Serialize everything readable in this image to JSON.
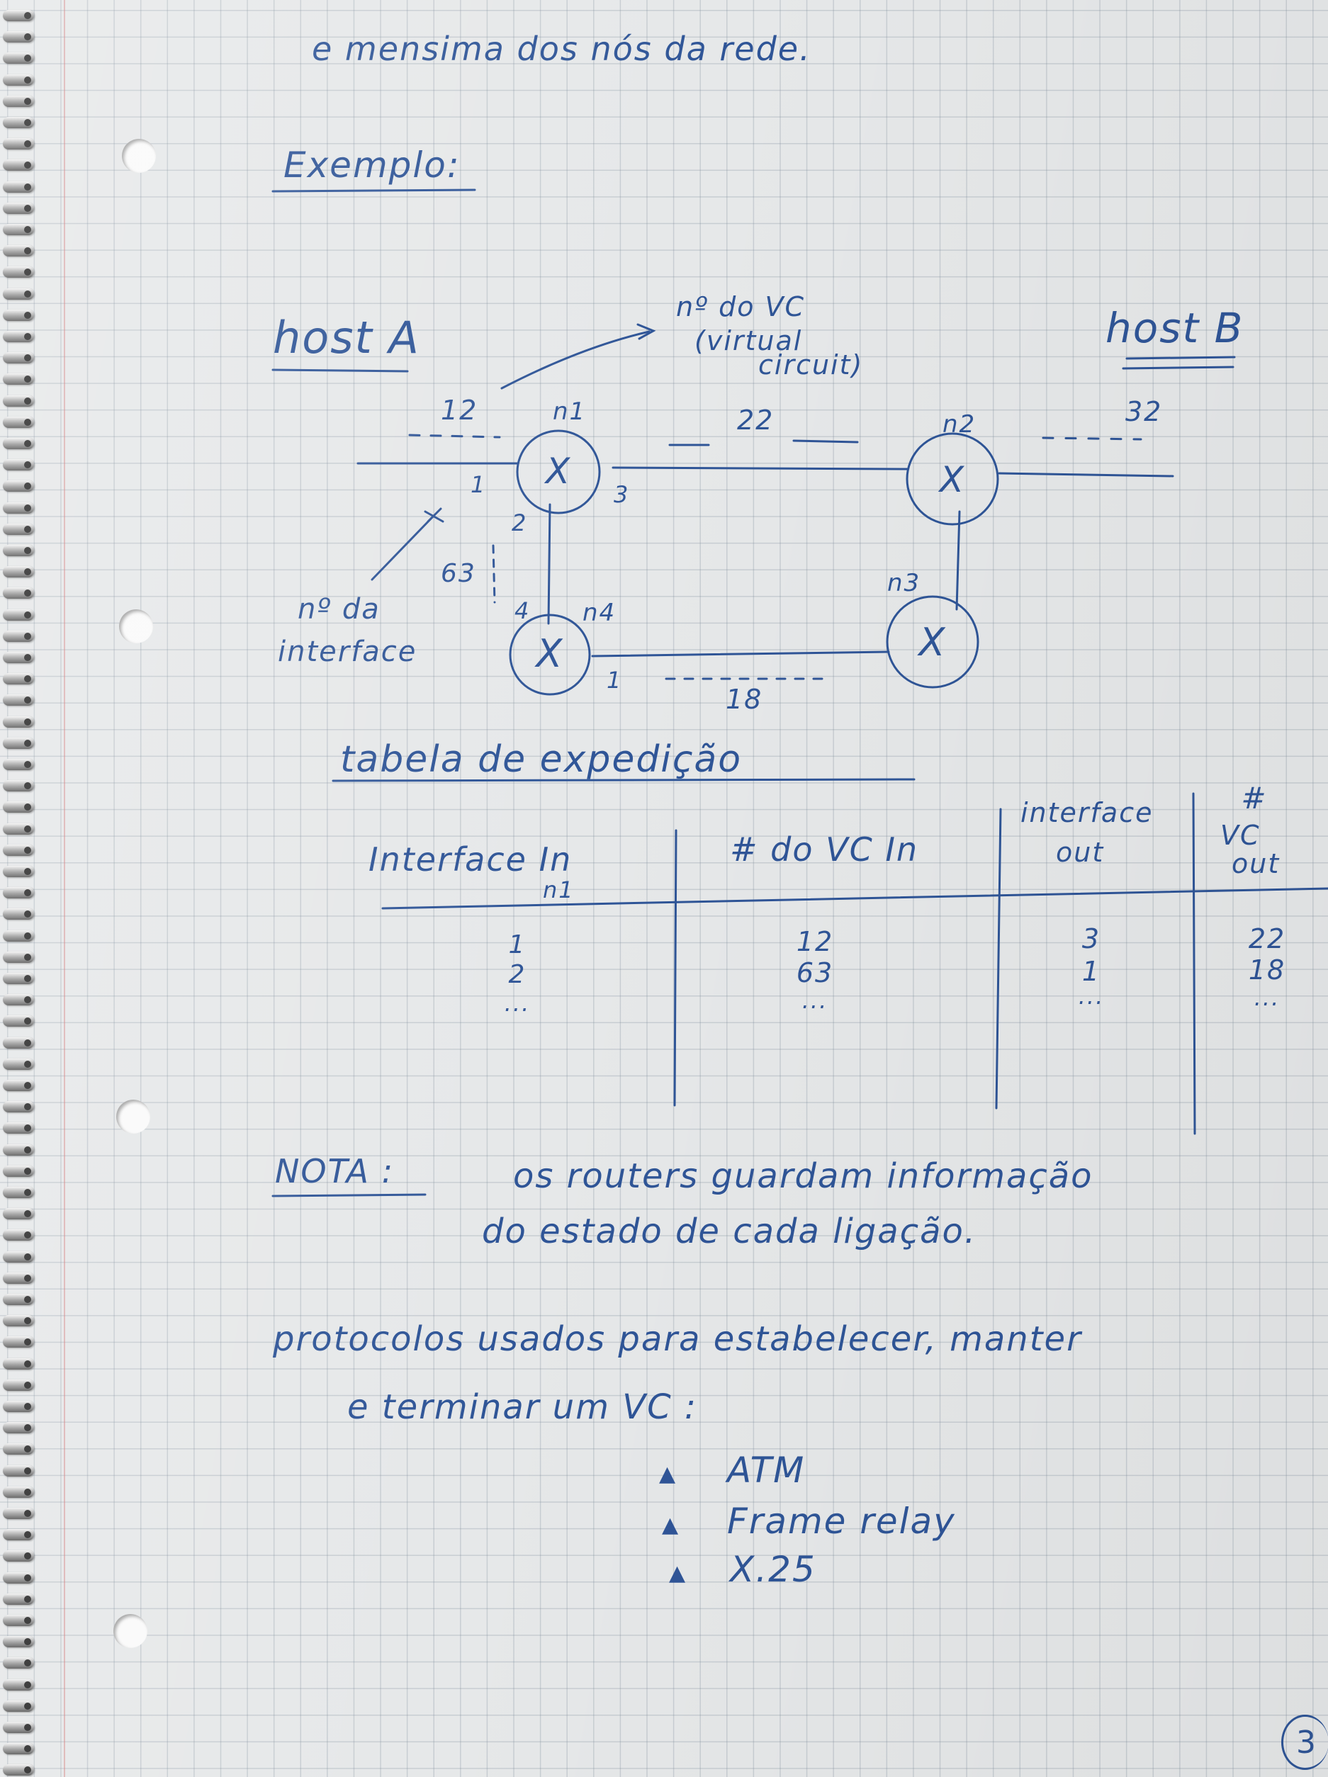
{
  "note_intro": "e mensima dos nós da rede.",
  "example_heading": "Exemplo:",
  "diagram": {
    "host_a": "host A",
    "host_b": "host B",
    "vc_number_label_line1": "nº do VC",
    "vc_number_label_line2": "(virtual",
    "vc_number_label_line3": "circuit)",
    "interface_number_label_line1": "nº da",
    "interface_number_label_line2": "interface",
    "routers": {
      "n1": "n1",
      "n2": "n2",
      "n3": "n3",
      "n4": "n4"
    },
    "router_symbol": "X",
    "vc_values": {
      "hostA_n1": "12",
      "n1_n2": "22",
      "n2_hostB": "32",
      "n1_n4": "63",
      "n4_n3": "18"
    },
    "interfaces": {
      "n1_to_hostA": "1",
      "n1_to_n4": "2",
      "n1_to_n2": "3",
      "n4_from_n1": "4",
      "n4_to_n3": "1"
    }
  },
  "table": {
    "title": "tabela de expedição",
    "headers": {
      "interface_in": "Interface In",
      "interface_in_sub": "n1",
      "vc_in": "# do VC In",
      "interface_out_line1": "interface",
      "interface_out_line2": "out",
      "vc_out_line1": "#",
      "vc_out_line2": "VC",
      "vc_out_line3": "out"
    },
    "rows": [
      {
        "iface_in": "1",
        "vc_in": "12",
        "iface_out": "3",
        "vc_out": "22"
      },
      {
        "iface_in": "2",
        "vc_in": "63",
        "iface_out": "1",
        "vc_out": "18"
      },
      {
        "iface_in": "...",
        "vc_in": "...",
        "iface_out": "...",
        "vc_out": "..."
      }
    ]
  },
  "note_label": "NOTA :",
  "note_text_line1": "os routers guardam informação",
  "note_text_line2": "do estado de cada ligação.",
  "protocols_line1": "protocolos usados para estabelecer, manter",
  "protocols_line2": "e terminar um VC :",
  "protocols": [
    {
      "bullet": "▲",
      "name": "ATM"
    },
    {
      "bullet": "▲",
      "name": "Frame relay"
    },
    {
      "bullet": "▲",
      "name": "X.25"
    }
  ],
  "page_number": "3",
  "colors": {
    "ink": "#2f5597",
    "paper": "#e6e8e9",
    "grid": "#a7b2bd"
  }
}
